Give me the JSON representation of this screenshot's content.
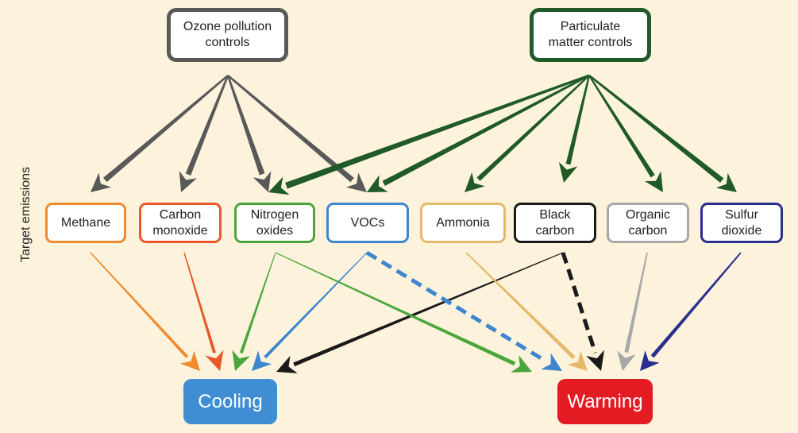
{
  "side_label": "Target emissions",
  "controls": [
    {
      "id": "ozone",
      "line1": "Ozone pollution",
      "line2": "controls",
      "color": "#595959"
    },
    {
      "id": "pm",
      "line1": "Particulate",
      "line2": "matter controls",
      "color": "#1f5a27"
    }
  ],
  "emissions": [
    {
      "id": "methane",
      "line1": "Methane",
      "line2": "",
      "color": "#f08a2e"
    },
    {
      "id": "co",
      "line1": "Carbon",
      "line2": "monoxide",
      "color": "#e9582a"
    },
    {
      "id": "nox",
      "line1": "Nitrogen",
      "line2": "oxides",
      "color": "#4aa63a"
    },
    {
      "id": "vocs",
      "line1": "VOCs",
      "line2": "",
      "color": "#3f86d0"
    },
    {
      "id": "ammonia",
      "line1": "Ammonia",
      "line2": "",
      "color": "#e6b96a"
    },
    {
      "id": "bc",
      "line1": "Black",
      "line2": "carbon",
      "color": "#1a1a1a"
    },
    {
      "id": "oc",
      "line1": "Organic",
      "line2": "carbon",
      "color": "#a8a8a8"
    },
    {
      "id": "so2",
      "line1": "Sulfur",
      "line2": "dioxide",
      "color": "#2b2f8f"
    }
  ],
  "outcomes": [
    {
      "id": "cooling",
      "label": "Cooling",
      "color": "#3f8ed4"
    },
    {
      "id": "warming",
      "label": "Warming",
      "color": "#e31b23"
    }
  ],
  "edges": [
    {
      "from": "ozone",
      "to": "methane",
      "color": "#595959",
      "dashed": false
    },
    {
      "from": "ozone",
      "to": "co",
      "color": "#595959",
      "dashed": false
    },
    {
      "from": "ozone",
      "to": "nox",
      "color": "#595959",
      "dashed": false
    },
    {
      "from": "ozone",
      "to": "vocs",
      "color": "#595959",
      "dashed": false
    },
    {
      "from": "pm",
      "to": "nox",
      "color": "#1f5a27",
      "dashed": false
    },
    {
      "from": "pm",
      "to": "vocs",
      "color": "#1f5a27",
      "dashed": false
    },
    {
      "from": "pm",
      "to": "ammonia",
      "color": "#1f5a27",
      "dashed": false
    },
    {
      "from": "pm",
      "to": "bc",
      "color": "#1f5a27",
      "dashed": false
    },
    {
      "from": "pm",
      "to": "oc",
      "color": "#1f5a27",
      "dashed": false
    },
    {
      "from": "pm",
      "to": "so2",
      "color": "#1f5a27",
      "dashed": false
    },
    {
      "from": "methane",
      "to": "cooling",
      "color": "#f08a2e",
      "dashed": false
    },
    {
      "from": "co",
      "to": "cooling",
      "color": "#e9582a",
      "dashed": false
    },
    {
      "from": "nox",
      "to": "cooling",
      "color": "#4aa63a",
      "dashed": false
    },
    {
      "from": "vocs",
      "to": "cooling",
      "color": "#3f86d0",
      "dashed": false
    },
    {
      "from": "bc",
      "to": "cooling",
      "color": "#1a1a1a",
      "dashed": false
    },
    {
      "from": "nox",
      "to": "warming",
      "color": "#4aa63a",
      "dashed": false
    },
    {
      "from": "vocs",
      "to": "warming",
      "color": "#3f86d0",
      "dashed": true
    },
    {
      "from": "ammonia",
      "to": "warming",
      "color": "#e6b96a",
      "dashed": false
    },
    {
      "from": "bc",
      "to": "warming",
      "color": "#1a1a1a",
      "dashed": true
    },
    {
      "from": "oc",
      "to": "warming",
      "color": "#a8a8a8",
      "dashed": false
    },
    {
      "from": "so2",
      "to": "warming",
      "color": "#2b2f8f",
      "dashed": false
    }
  ]
}
